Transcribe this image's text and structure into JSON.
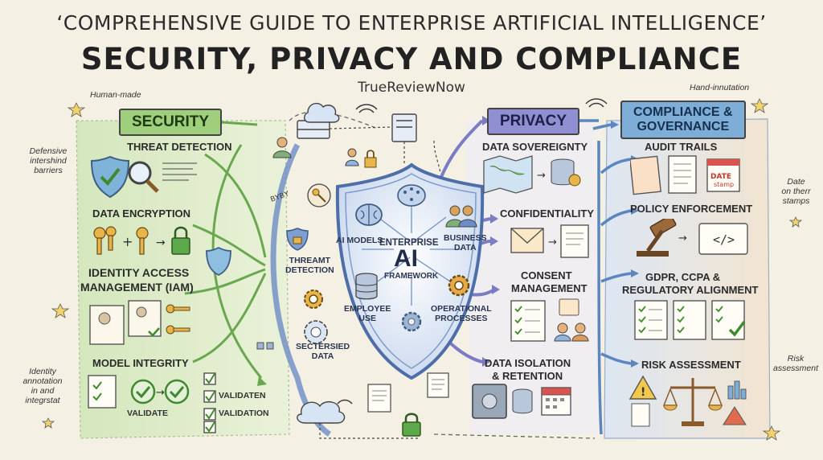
{
  "header": {
    "title_line1": "‘COMPREHENSIVE GUIDE TO ENTERPRISE ARTIFICIAL INTELLIGENCE’",
    "title_line2": "SECURITY, PRIVACY AND COMPLIANCE",
    "brand": "TrueReviewNow"
  },
  "side_notes": {
    "human_made": "Human-made",
    "hand_annotation": "Hand-innutation",
    "defensive": [
      "Defensive",
      "intershind",
      "barriers"
    ],
    "identity_annotation": [
      "Identity",
      "annotation",
      "in and",
      "integrstat"
    ],
    "date_stamps": [
      "Date",
      "on therr",
      "stamps"
    ],
    "risk_note": [
      "Risk",
      "assessment"
    ]
  },
  "security": {
    "heading": "SECURITY",
    "items": [
      "THREAT DETECTION",
      "DATA ENCRYPTION",
      "IDENTITY ACCESS",
      "MANAGEMENT (IAM)",
      "MODEL INTEGRITY"
    ],
    "validate_label": "VALIDATE",
    "validation_1": "VALIDATEN",
    "validation_2": "VALIDATION"
  },
  "center": {
    "line_label": "BYBY",
    "threat_detection": [
      "THREAMT",
      "DETECTION"
    ],
    "sectersied_data": [
      "SECTERSIED",
      "DATA"
    ],
    "shield": {
      "ai_models": "AI MODELS",
      "enterprise": "ENTERPRISE",
      "ai": "AI",
      "framework": "FRAMEWORK",
      "business_data": [
        "BUSINESS",
        "DATA"
      ],
      "employee_use": [
        "EMPLOYEE",
        "USE"
      ],
      "operational": [
        "OPERATIONAL",
        "PROCESSES"
      ]
    }
  },
  "privacy": {
    "heading": "PRIVACY",
    "items": [
      "DATA SOVEREIGNTY",
      "CONFIDENTIALITY",
      "CONSENT",
      "MANAGEMENT",
      "DATA ISOLATION",
      "& RETENTION"
    ]
  },
  "compliance": {
    "heading": [
      "COMPLIANCE &",
      "GOVERNANCE"
    ],
    "items": [
      "AUDIT TRAILS",
      "POLICY ENFORCEMENT",
      "GDPR, CCPA &",
      "REGULATORY ALIGNMENT",
      "RISK ASSESSMENT"
    ],
    "doc_stamp_1": "DATE",
    "doc_stamp_2": "stamp"
  },
  "colors": {
    "security": "#8cc46b",
    "privacy": "#8e8fd0",
    "compliance": "#7eaed8",
    "shield": "#5e7fb8",
    "ink": "#2a2a2a"
  }
}
